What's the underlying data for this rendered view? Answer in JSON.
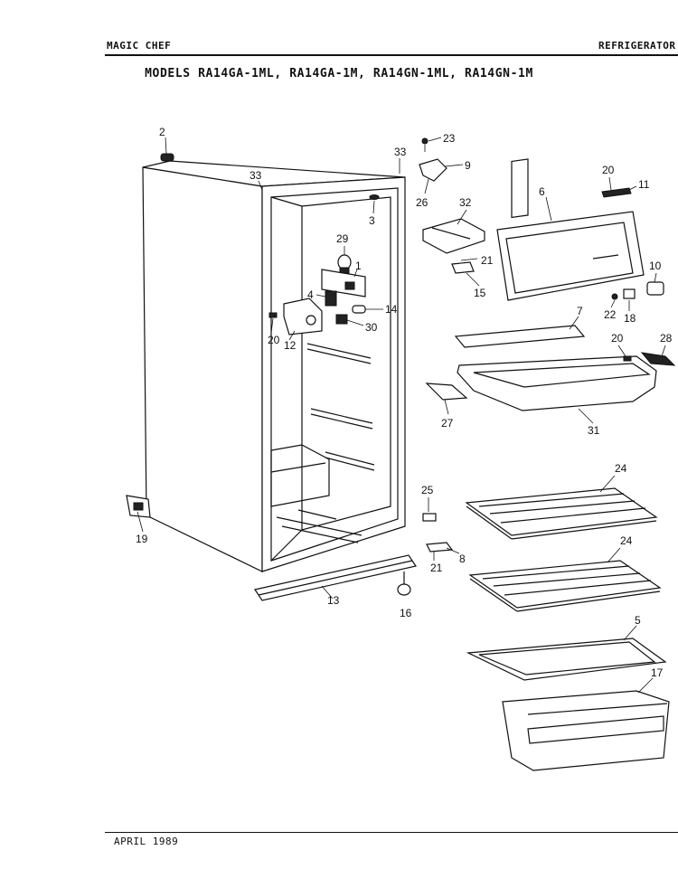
{
  "header": {
    "brand": "MAGIC CHEF",
    "category": "REFRIGERATOR",
    "models": "MODELS RA14GA-1ML, RA14GA-1M, RA14GN-1ML, RA14GN-1M"
  },
  "footer": {
    "date": "APRIL 1989"
  },
  "callouts": {
    "c1": "1",
    "c2": "2",
    "c3": "3",
    "c4": "4",
    "c5": "5",
    "c6": "6",
    "c7": "7",
    "c8": "8",
    "c9": "9",
    "c10": "10",
    "c11": "11",
    "c12": "12",
    "c13": "13",
    "c14": "14",
    "c15": "15",
    "c16": "16",
    "c17": "17",
    "c18": "18",
    "c19": "19",
    "c20a": "20",
    "c20b": "20",
    "c20c": "20",
    "c21a": "21",
    "c21b": "21",
    "c22": "22",
    "c23": "23",
    "c24a": "24",
    "c24b": "24",
    "c25": "25",
    "c26": "26",
    "c27": "27",
    "c28": "28",
    "c29": "29",
    "c30": "30",
    "c31": "31",
    "c32": "32",
    "c33a": "33",
    "c33b": "33"
  }
}
